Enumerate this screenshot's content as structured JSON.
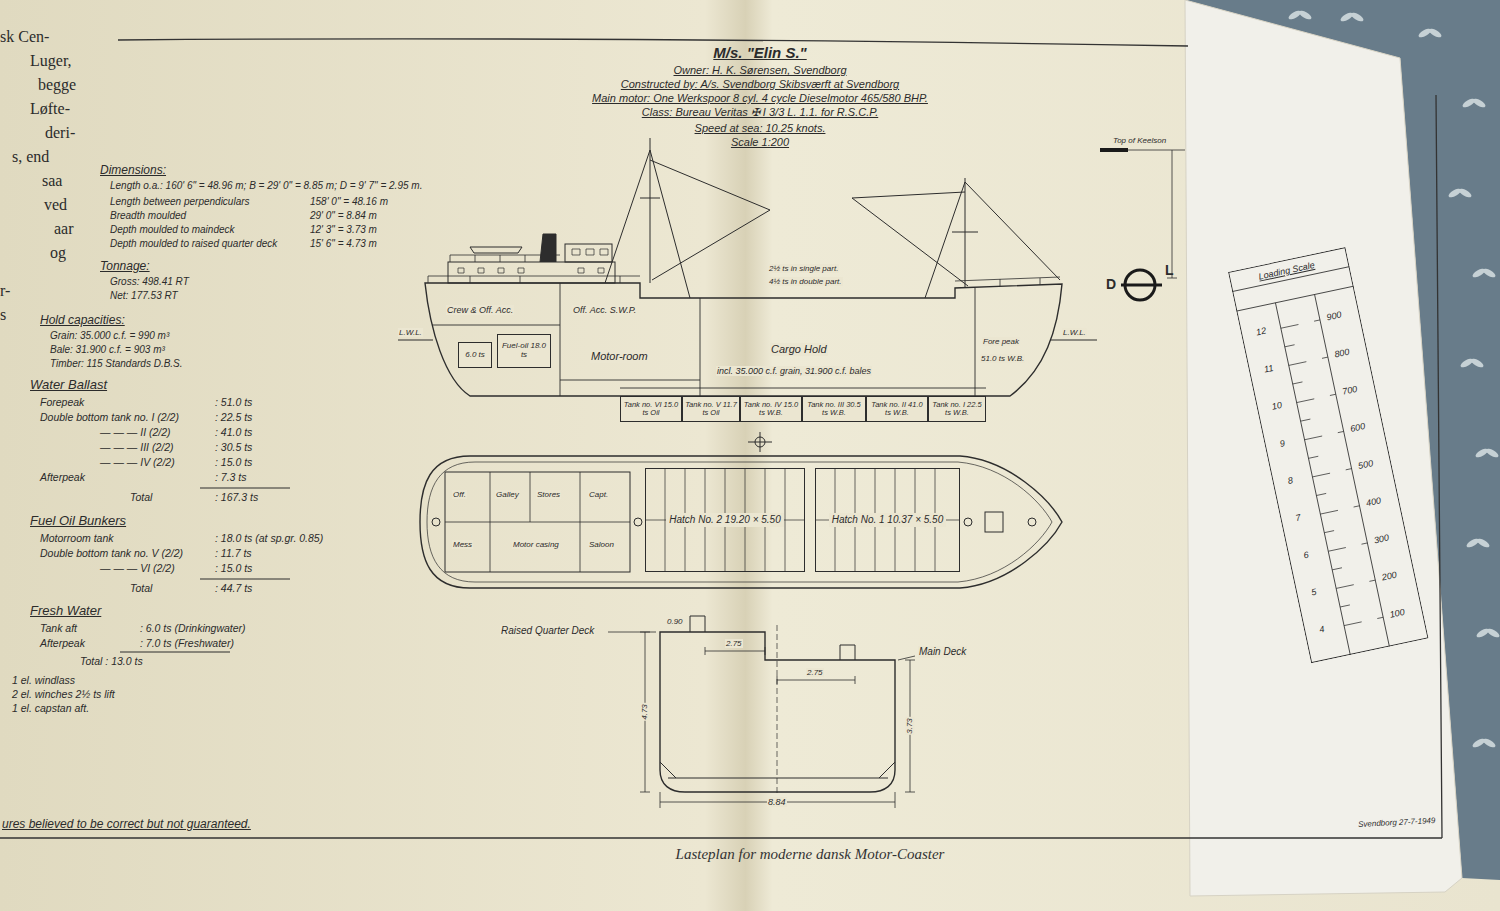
{
  "diagram": {
    "title": "M/s. \"Elin S.\"",
    "caption": "Lasteplan for moderne dansk Motor-Coaster",
    "nodes": [
      {
        "text": [
          "Fuel-oil 18.0 ts"
        ]
      },
      {
        "text": [
          "6.0 ts"
        ]
      },
      {
        "text": [
          "Tank no. VI 15.0 ts Oil"
        ]
      },
      {
        "text": [
          "Tank no. V 11.7 ts Oil"
        ]
      },
      {
        "text": [
          "Tank no. IV 15.0 ts W.B."
        ]
      },
      {
        "text": [
          "Tank no. III 30.5 ts W.B."
        ]
      },
      {
        "text": [
          "Tank no. II 41.0 ts W.B."
        ]
      },
      {
        "text": [
          "Tank no. I 22.5 ts W.B."
        ]
      },
      {
        "text": [
          "Hatch No. 2 19.20 × 5.50"
        ]
      },
      {
        "text": [
          "Hatch No. 1 10.37 × 5.50"
        ]
      }
    ],
    "labels": [
      "sk Cen-",
      "Luger,",
      "begge",
      "Løfte-",
      "deri-",
      "s, end",
      "saa",
      "ved",
      "aar",
      "og",
      "r-",
      "s",
      "Owner: H. K. Sørensen, Svendborg",
      "Constructed by: A/s. Svendborg Skibsværft at Svendborg",
      "Main motor: One Werkspoor 8 cyl. 4 cycle Dieselmotor 465/580 BHP.",
      "Class: Bureau Veritas ✠ I 3/3 L. 1.1. for R.S.C.P.",
      "Speed at sea: 10.25 knots.",
      "Scale 1:200",
      "Dimensions:",
      "Length o.a.: 160' 6\" = 48.96 m; B = 29' 0\" = 8.85 m; D = 9' 7\" = 2.95 m.",
      "Length between perpendiculars",
      "158' 0\" = 48.16 m",
      "Breadth moulded",
      "29' 0\" = 8.84 m",
      "Depth moulded to maindeck",
      "12' 3\" = 3.73 m",
      "Depth moulded to raised quarter deck",
      "15' 6\" = 4.73 m",
      "Tonnage:",
      "Gross: 498.41 RT",
      "Net: 177.53 RT",
      "Hold capacities:",
      "Grain: 35.000 c.f. = 990 m³",
      "Bale: 31.900 c.f. = 903 m³",
      "Timber: 115 Standards D.B.S.",
      "Water Ballast",
      "Forepeak",
      ": 51.0 ts",
      "Double bottom tank no. I (2/2)",
      ": 22.5 ts",
      "— — — II (2/2)",
      ": 41.0 ts",
      "— — — III (2/2)",
      ": 30.5 ts",
      "— — — IV (2/2)",
      ": 15.0 ts",
      "Afterpeak",
      ": 7.3 ts",
      "Total",
      ": 167.3 ts",
      "Fuel Oil Bunkers",
      "Motorroom tank",
      ": 18.0 ts (at sp.gr. 0.85)",
      "Double bottom tank no. V (2/2)",
      ": 11.7 ts",
      "— — — VI (2/2)",
      ": 15.0 ts",
      "Total",
      ": 44.7 ts",
      "Fresh Water",
      "Tank aft",
      ": 6.0 ts (Drinkingwater)",
      "Afterpeak",
      ": 7.0 ts (Freshwater)",
      "Total : 13.0 ts",
      "1 el. windlass",
      "2 el. winches 2½ ts lift",
      "1 el. capstan aft.",
      "ures believed to be correct but not guaranteed.",
      "L.W.L.",
      "L.W.L.",
      "Crew & Off. Acc.",
      "Off. Acc. S.W.P.",
      "Motor-room",
      "Cargo Hold",
      "incl. 35.000 c.f. grain, 31.900 c.f. bales",
      "2½ ts in single part.",
      "4½ ts in double part.",
      "Fore peak",
      "51.0 ts W.B.",
      "D",
      "L",
      "Top of Keelson",
      "Off.",
      "Galley",
      "Stores",
      "Capt.",
      "Mess",
      "Motor casing",
      "Saloon",
      "Raised Quarter Deck",
      "Main Deck",
      "0.90",
      "2.75",
      "2.75",
      "4.73",
      "3.73",
      "8.84",
      "Svendborg 27-7-1949",
      "Loading Scale",
      "12",
      "11",
      "10",
      "9",
      "8",
      "7",
      "6",
      "5",
      "4",
      "900",
      "800",
      "700",
      "600",
      "500",
      "400",
      "300",
      "200",
      "100"
    ]
  }
}
